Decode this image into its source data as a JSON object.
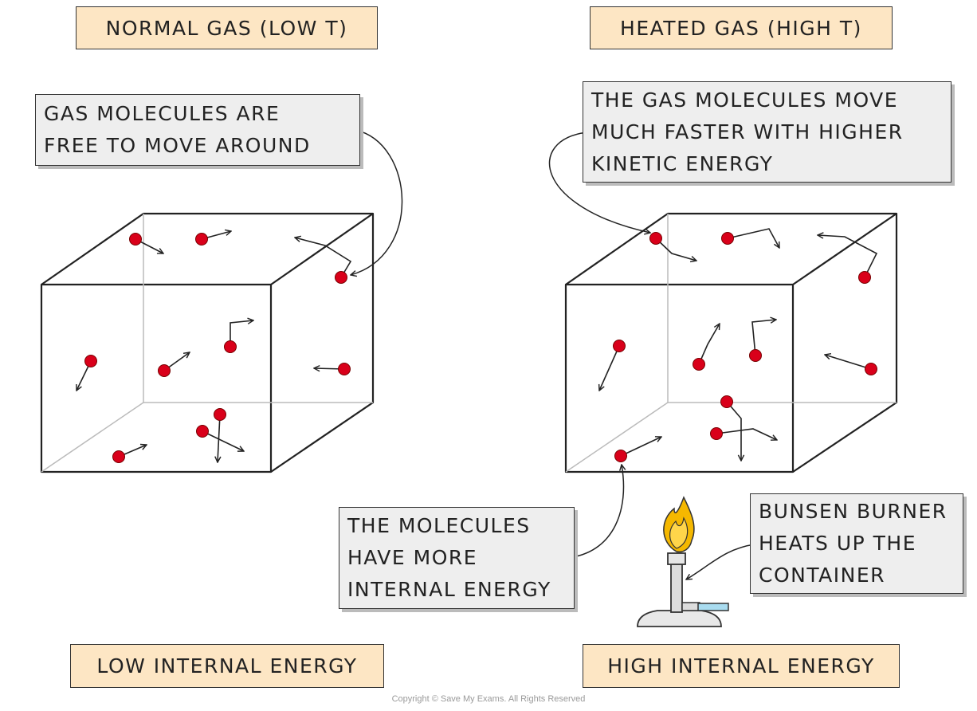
{
  "labels": {
    "normal_gas": "NORMAL  GAS (LOW  T)",
    "heated_gas": "HEATED  GAS (HIGH  T)",
    "low_energy": "LOW  INTERNAL  ENERGY",
    "high_energy": "HIGH  INTERNAL  ENERGY"
  },
  "callouts": {
    "free_to_move": [
      "GAS  MOLECULES  ARE",
      "FREE  TO  MOVE  AROUND"
    ],
    "move_faster": [
      "THE  GAS  MOLECULES  MOVE",
      "MUCH  FASTER  WITH  HIGHER",
      "KINETIC  ENERGY"
    ],
    "internal_energy": [
      "THE  MOLECULES",
      "HAVE  MORE",
      "INTERNAL  ENERGY"
    ],
    "bunsen": [
      "BUNSEN  BURNER",
      "HEATS  UP  THE",
      "CONTAINER"
    ]
  },
  "colors": {
    "molecule": "#d9001a",
    "label_fill": "#fde6c4",
    "callout_fill": "#eeeeee",
    "flame_outer": "#f5b800",
    "flame_inner": "#ffd54a",
    "hose": "#a9dcf0"
  },
  "copyright": "Copyright © Save My Exams. All Rights Reserved"
}
